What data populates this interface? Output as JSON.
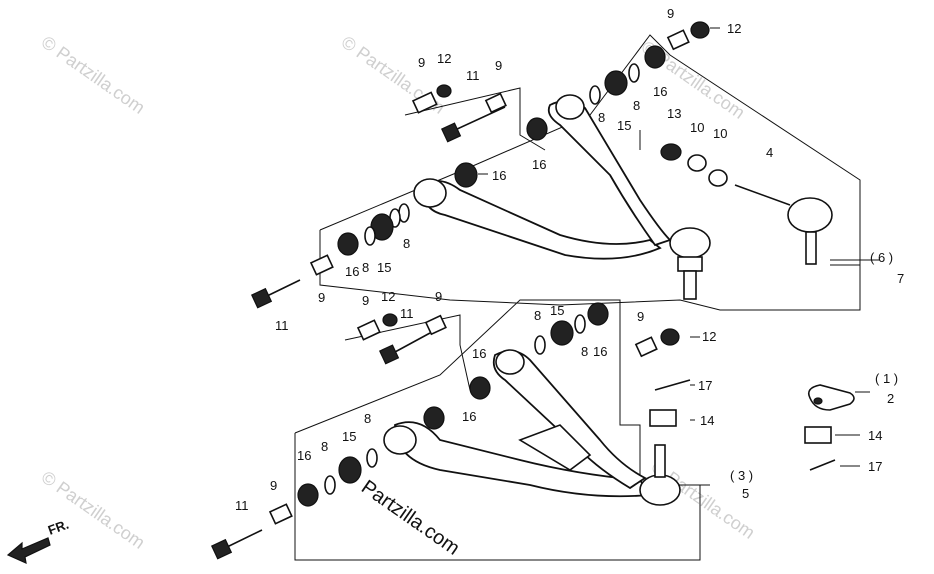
{
  "watermark": "© Partzilla.com",
  "brand": "Partzilla.com",
  "direction": "FR.",
  "labels": {
    "upper_9a": "9",
    "upper_12a": "12",
    "upper_11a": "11",
    "upper_9b": "9",
    "upper_16a": "16",
    "upper_9c": "9",
    "upper_12b": "12",
    "upper_16b": "16",
    "upper_8a": "8",
    "upper_8b": "8",
    "upper_15a": "15",
    "upper_16c": "16",
    "upper_13": "13",
    "upper_10a": "10",
    "upper_10b": "10",
    "upper_4": "4",
    "upper_8c": "8",
    "upper_15b": "15",
    "upper_16d": "16",
    "upper_8d": "8",
    "upper_9d": "9",
    "upper_11b": "11",
    "ref_6": "( 6 )",
    "ref_7": "7",
    "lower_9a": "9",
    "lower_12a": "12",
    "lower_11a": "11",
    "lower_9b": "9",
    "lower_8a": "8",
    "lower_15a": "15",
    "lower_8b": "8",
    "lower_16a": "16",
    "lower_9c": "9",
    "lower_12b": "12",
    "lower_16b": "16",
    "lower_16c": "16",
    "lower_17a": "17",
    "lower_14a": "14",
    "lower_8c": "8",
    "lower_15b": "15",
    "lower_8d": "8",
    "lower_16d": "16",
    "lower_9d": "9",
    "lower_11b": "11",
    "ref_3": "( 3 )",
    "ref_5": "5",
    "ref_1": "( 1 )",
    "ref_2": "2",
    "side_14": "14",
    "side_17": "17"
  }
}
